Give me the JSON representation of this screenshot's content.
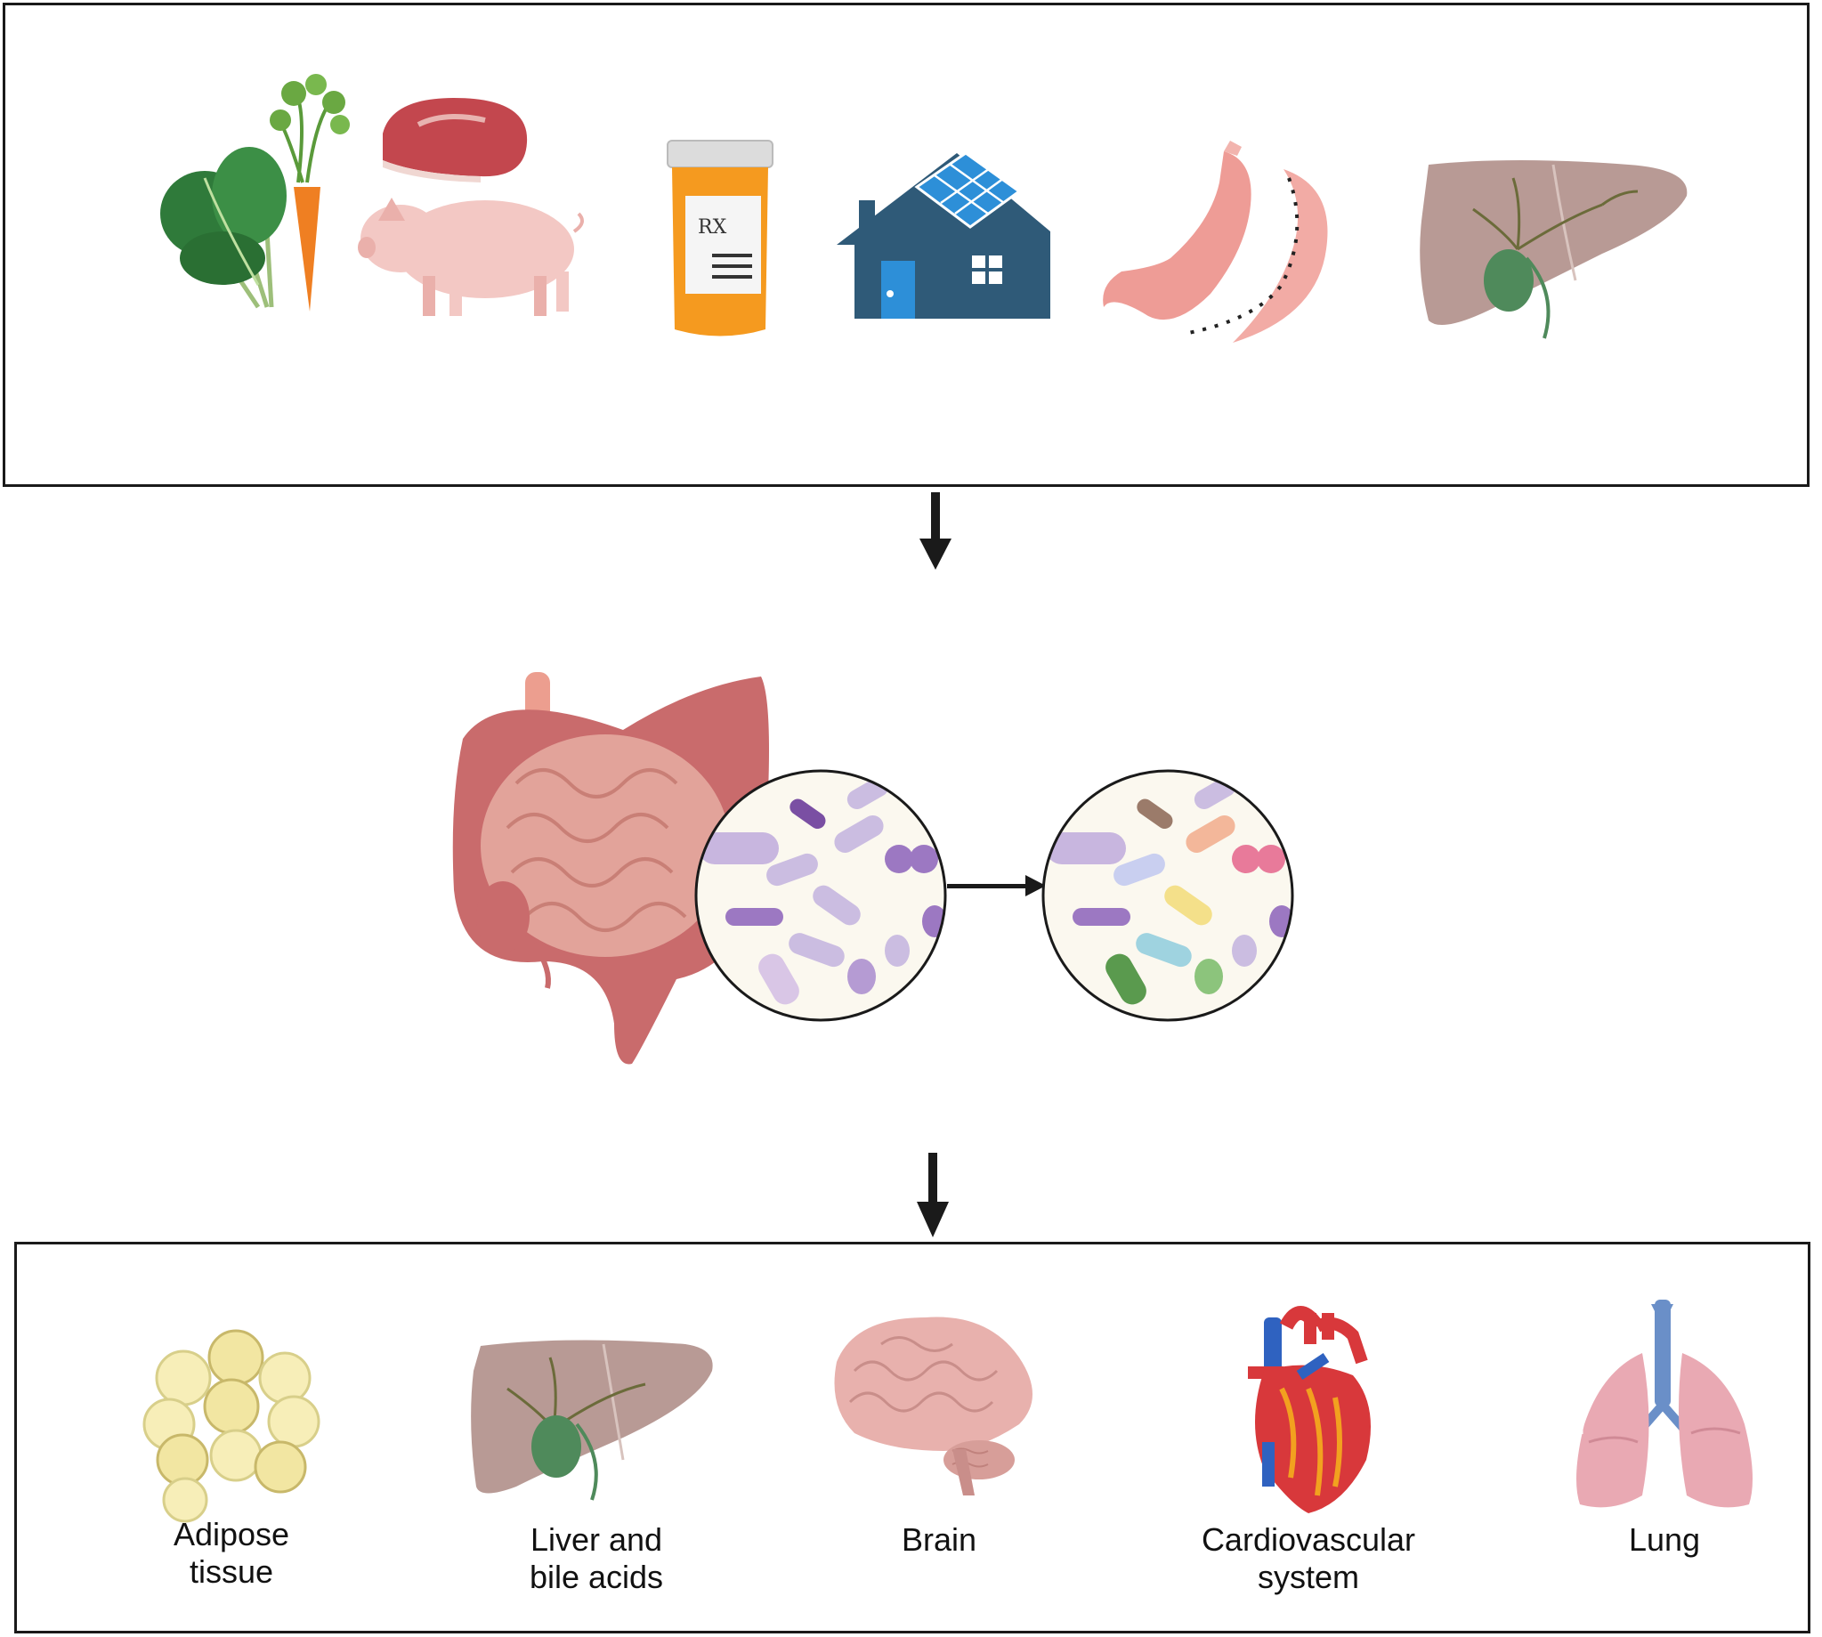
{
  "top_box": {
    "factors": [
      "leafy-greens-icon",
      "carrot-icon",
      "meat-icon",
      "pig-icon",
      "pill-bottle-icon",
      "house-solar-icon",
      "stomach-surgery-icon",
      "liver-icon"
    ],
    "pill_label": "RX"
  },
  "middle": {
    "icons": [
      "intestine-icon",
      "microbiome-before-icon",
      "microbiome-after-icon"
    ]
  },
  "bottom_box": {
    "organs": [
      {
        "icon": "adipose-icon",
        "line1": "Adipose",
        "line2": "tissue"
      },
      {
        "icon": "liver-icon",
        "line1": "Liver and",
        "line2": "bile acids"
      },
      {
        "icon": "brain-icon",
        "line1": "Brain",
        "line2": ""
      },
      {
        "icon": "heart-icon",
        "line1": "Cardiovascular",
        "line2": "system"
      },
      {
        "icon": "lung-icon",
        "line1": "Lung",
        "line2": ""
      }
    ]
  },
  "colors": {
    "border": "#1a1a1a",
    "liver": "#b89a95",
    "gallbladder": "#4f8a5b",
    "intestine": "#e2a39a",
    "house": "#2f5a78",
    "pill": "#f59a1f"
  }
}
